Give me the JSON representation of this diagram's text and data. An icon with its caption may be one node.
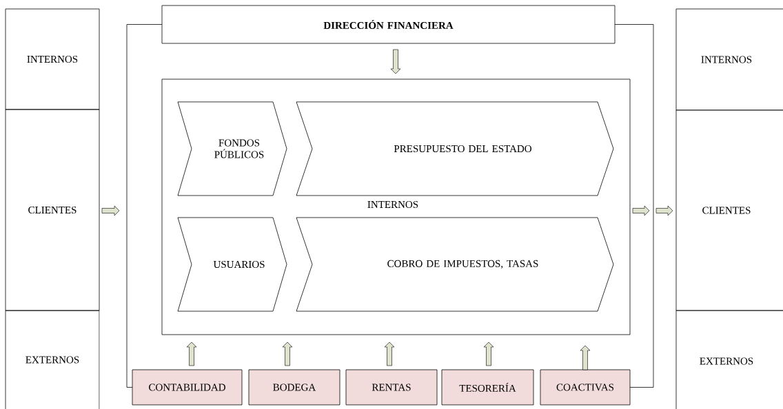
{
  "diagram": {
    "nodes": [
      {
        "text": [
          "INTERNOS"
        ]
      },
      {
        "text": [
          "CLIENTES"
        ]
      },
      {
        "text": [
          "EXTERNOS"
        ]
      },
      {
        "text": [
          "DIRECCIÓN FINANCIERA"
        ]
      },
      {
        "text": [
          "INTERNOS"
        ]
      },
      {
        "text": [
          "FONDOS PÚBLICOS"
        ],
        "in": 4
      },
      {
        "text": [
          "PRESUPUESTO DEL ESTADO"
        ],
        "in": 4
      },
      {
        "text": [
          "USUARIOS"
        ],
        "in": 4
      },
      {
        "text": [
          "COBRO DE IMPUESTOS, TASAS"
        ],
        "in": 4
      },
      {
        "text": [
          "CONTABILIDAD"
        ]
      },
      {
        "text": [
          "BODEGA"
        ]
      },
      {
        "text": [
          "RENTAS"
        ]
      },
      {
        "text": [
          "TESORERÍA"
        ]
      },
      {
        "text": [
          "COACTIVAS"
        ]
      },
      {
        "text": [
          "INTERNOS"
        ]
      },
      {
        "text": [
          "CLIENTES"
        ]
      },
      {
        "text": [
          "EXTERNOS"
        ]
      }
    ],
    "edges": [
      {
        "from": 3,
        "to": 4,
        "arrow": "to"
      },
      {
        "from": 9,
        "to": 4,
        "arrow": "to"
      },
      {
        "from": 10,
        "to": 4,
        "arrow": "to"
      },
      {
        "from": 11,
        "to": 4,
        "arrow": "to"
      },
      {
        "from": 12,
        "to": 4,
        "arrow": "to"
      },
      {
        "from": 13,
        "to": 4,
        "arrow": "to"
      },
      {
        "from": 3,
        "to": 9,
        "arrow": "none"
      },
      {
        "from": 3,
        "to": 13,
        "arrow": "none"
      },
      {
        "from": 1,
        "to": null,
        "arrow": "to"
      },
      {
        "from": 4,
        "to": null,
        "arrow": "to"
      },
      {
        "from": null,
        "to": 15,
        "arrow": "to"
      }
    ]
  }
}
